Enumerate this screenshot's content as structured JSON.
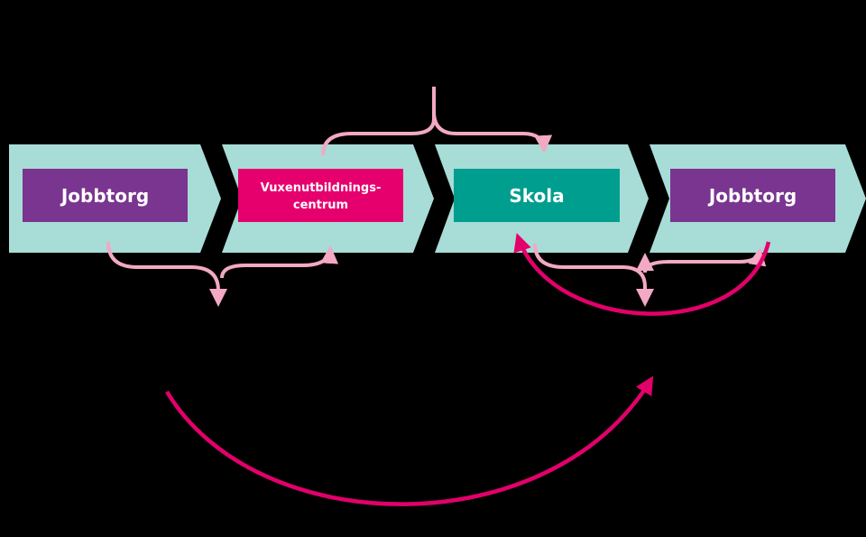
{
  "colors": {
    "background": "#000000",
    "chevron_fill": "#a8dcd7",
    "purple": "#7a3590",
    "magenta": "#e6006e",
    "teal": "#009e8f",
    "light_pink": "#f3a8c3",
    "strong_pink": "#e3006b",
    "text": "#ffffff"
  },
  "steps": [
    {
      "label": "Jobbtorg",
      "color": "#7a3590"
    },
    {
      "label_line1": "Vuxenutbildnings-",
      "label_line2": "centrum",
      "color": "#e6006e"
    },
    {
      "label": "Skola",
      "color": "#009e8f"
    },
    {
      "label": "Jobbtorg",
      "color": "#7a3590"
    }
  ]
}
